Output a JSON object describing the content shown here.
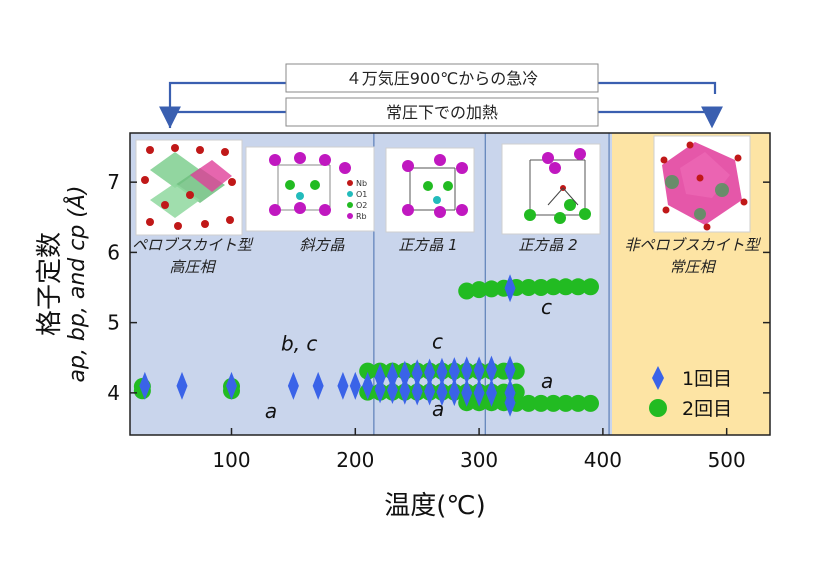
{
  "chart_data": {
    "type": "scatter",
    "xlabel": "温度(℃)",
    "ylabel": "格子定数",
    "ylabel_line2": "ap, bp, and cp (Å)",
    "xlim": [
      18,
      535
    ],
    "ylim": [
      3.4,
      7.7
    ],
    "xticks": [
      100,
      200,
      300,
      400,
      500
    ],
    "yticks": [
      4,
      5,
      6,
      7
    ],
    "tick_labels": {
      "x": [
        "100",
        "200",
        "300",
        "400",
        "500"
      ],
      "y": [
        "4",
        "5",
        "6",
        "7"
      ]
    },
    "arrows": {
      "top": "４万気圧900℃からの急冷",
      "bottom": "常圧下での加熱"
    },
    "phases": [
      {
        "name": "ペロブスカイト型",
        "sub": "高圧相",
        "x0": 18,
        "x1": 405,
        "color": "#c9d5ec"
      },
      {
        "name": "斜方晶",
        "sub": ""
      },
      {
        "name": "正方晶 1",
        "sub": ""
      },
      {
        "name": "正方晶 2",
        "sub": ""
      },
      {
        "name": "非ペロブスカイト型",
        "sub": "常圧相",
        "x0": 405,
        "x1": 535,
        "color": "#fde4a4"
      }
    ],
    "boundaries": [
      215,
      305,
      405
    ],
    "axis_letters": [
      {
        "text": "b, c",
        "x": 140,
        "y": 4.6
      },
      {
        "text": "a",
        "x": 127,
        "y": 3.64
      },
      {
        "text": "c",
        "x": 262,
        "y": 4.63
      },
      {
        "text": "a",
        "x": 262,
        "y": 3.67
      },
      {
        "text": "c",
        "x": 350,
        "y": 5.12
      },
      {
        "text": "a",
        "x": 350,
        "y": 4.07
      }
    ],
    "inset_labels": {
      "nb": "Nb",
      "o1": "O1",
      "o2": "O2",
      "rb": "Rb"
    },
    "legend": {
      "position": "bottom-right",
      "items": [
        {
          "label": "1回目",
          "marker": "diamond",
          "color": "#3a63e8"
        },
        {
          "label": "2回目",
          "marker": "circle",
          "color": "#22bb22"
        }
      ]
    },
    "series": [
      {
        "name": "2回目",
        "marker": "circle",
        "color": "#22bb22",
        "points": [
          [
            28,
            4.09
          ],
          [
            28,
            4.03
          ],
          [
            100,
            4.09
          ],
          [
            100,
            4.03
          ],
          [
            210,
            4.31
          ],
          [
            220,
            4.31
          ],
          [
            230,
            4.31
          ],
          [
            240,
            4.31
          ],
          [
            250,
            4.31
          ],
          [
            260,
            4.31
          ],
          [
            270,
            4.31
          ],
          [
            280,
            4.31
          ],
          [
            290,
            4.31
          ],
          [
            300,
            4.31
          ],
          [
            310,
            4.31
          ],
          [
            320,
            4.31
          ],
          [
            330,
            4.31
          ],
          [
            210,
            4.01
          ],
          [
            220,
            4.01
          ],
          [
            230,
            4.01
          ],
          [
            240,
            4.01
          ],
          [
            250,
            4.01
          ],
          [
            260,
            4.01
          ],
          [
            270,
            4.01
          ],
          [
            280,
            4.01
          ],
          [
            290,
            4.01
          ],
          [
            300,
            4.01
          ],
          [
            310,
            4.01
          ],
          [
            320,
            4.01
          ],
          [
            330,
            4.01
          ],
          [
            290,
            5.45
          ],
          [
            300,
            5.47
          ],
          [
            310,
            5.48
          ],
          [
            320,
            5.49
          ],
          [
            330,
            5.5
          ],
          [
            340,
            5.5
          ],
          [
            350,
            5.5
          ],
          [
            360,
            5.51
          ],
          [
            370,
            5.51
          ],
          [
            380,
            5.51
          ],
          [
            390,
            5.51
          ],
          [
            290,
            3.86
          ],
          [
            300,
            3.86
          ],
          [
            310,
            3.86
          ],
          [
            320,
            3.86
          ],
          [
            330,
            3.85
          ],
          [
            340,
            3.85
          ],
          [
            350,
            3.85
          ],
          [
            360,
            3.85
          ],
          [
            370,
            3.85
          ],
          [
            380,
            3.85
          ],
          [
            390,
            3.85
          ]
        ]
      },
      {
        "name": "1回目",
        "marker": "diamond",
        "color": "#3a63e8",
        "points": [
          [
            30,
            4.1
          ],
          [
            60,
            4.1
          ],
          [
            100,
            4.1
          ],
          [
            150,
            4.1
          ],
          [
            170,
            4.1
          ],
          [
            190,
            4.1
          ],
          [
            200,
            4.1
          ],
          [
            210,
            4.1
          ],
          [
            220,
            4.22
          ],
          [
            230,
            4.24
          ],
          [
            240,
            4.26
          ],
          [
            250,
            4.28
          ],
          [
            260,
            4.29
          ],
          [
            270,
            4.3
          ],
          [
            280,
            4.31
          ],
          [
            290,
            4.32
          ],
          [
            300,
            4.32
          ],
          [
            310,
            4.33
          ],
          [
            325,
            4.33
          ],
          [
            220,
            4.05
          ],
          [
            230,
            4.04
          ],
          [
            240,
            4.03
          ],
          [
            250,
            4.02
          ],
          [
            260,
            4.02
          ],
          [
            270,
            4.01
          ],
          [
            280,
            4.01
          ],
          [
            290,
            4.0
          ],
          [
            300,
            4.0
          ],
          [
            310,
            4.0
          ],
          [
            325,
            4.0
          ],
          [
            325,
            5.49
          ],
          [
            325,
            3.86
          ]
        ]
      }
    ]
  }
}
